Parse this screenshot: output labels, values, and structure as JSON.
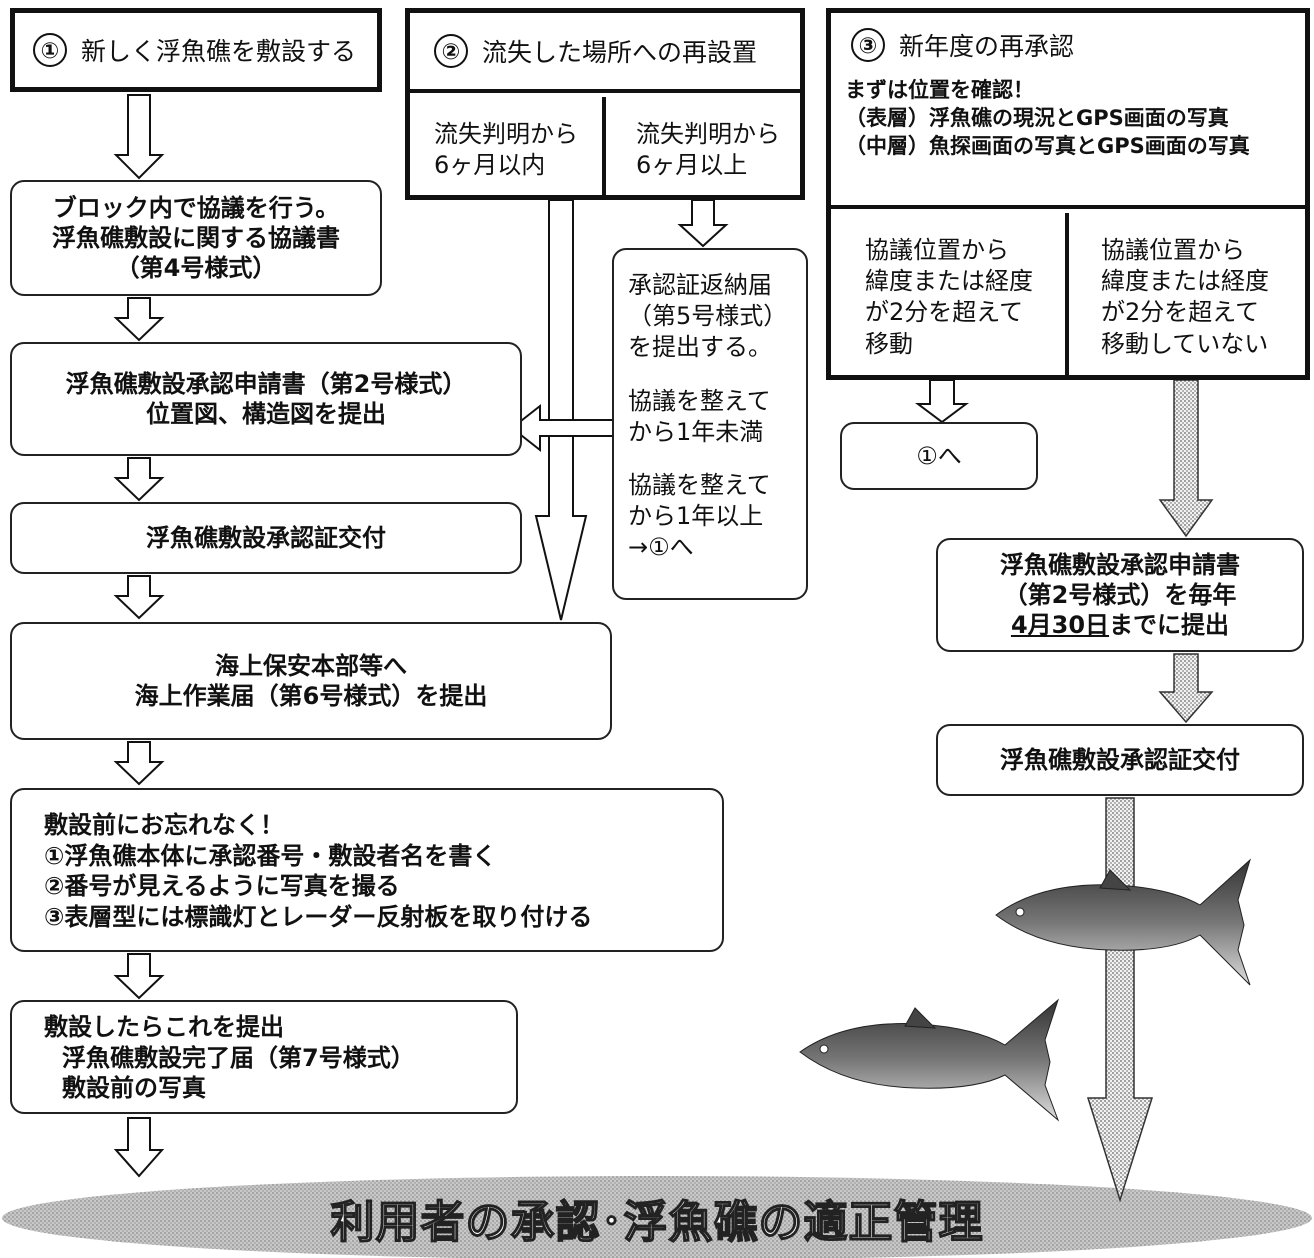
{
  "col1": {
    "header": {
      "num": "①",
      "label": "新しく浮魚礁を敷設する"
    },
    "step1": [
      "ブロック内で協議を行う。",
      "浮魚礁敷設に関する協議書",
      "（第4号様式）"
    ],
    "step2": [
      "浮魚礁敷設承認申請書（第2号様式）",
      "位置図、構造図を提出"
    ],
    "step3": "浮魚礁敷設承認証交付",
    "step4": [
      "海上保安本部等へ",
      "海上作業届（第6号様式）を提出"
    ],
    "step5": [
      "敷設前にお忘れなく！",
      "①浮魚礁本体に承認番号・敷設者名を書く",
      "②番号が見えるように写真を撮る",
      "③表層型には標識灯とレーダー反射板を取り付ける"
    ],
    "step6": [
      "敷設したらこれを提出",
      "浮魚礁敷設完了届（第7号様式）",
      "敷設前の写真"
    ]
  },
  "col2": {
    "header": {
      "num": "②",
      "label": "流失した場所への再設置"
    },
    "left": [
      "流失判明から",
      "6ヶ月以内"
    ],
    "right": [
      "流失判明から",
      "6ヶ月以上"
    ],
    "note": [
      "承認証返納届",
      "（第5号様式）",
      "を提出する。",
      "協議を整えて",
      "から1年未満",
      "協議を整えて",
      "から1年以上",
      "→①へ"
    ]
  },
  "col3": {
    "header": {
      "num": "③",
      "label": "新年度の再承認"
    },
    "intro": [
      "まずは位置を確認！",
      "（表層）浮魚礁の現況とGPS画面の写真",
      "（中層）魚探画面の写真とGPS画面の写真"
    ],
    "left": [
      "協議位置から",
      "緯度または経度",
      "が2分を超えて",
      "移動"
    ],
    "right": [
      "協議位置から",
      "緯度または経度",
      "が2分を超えて",
      "移動していない"
    ],
    "goto": "①へ",
    "step1": [
      "浮魚礁敷設承認申請書",
      "（第2号様式）を毎年",
      "4月30日",
      "までに提出"
    ],
    "step2": "浮魚礁敷設承認証交付"
  },
  "footer": "利用者の承認･浮魚礁の適正管理"
}
